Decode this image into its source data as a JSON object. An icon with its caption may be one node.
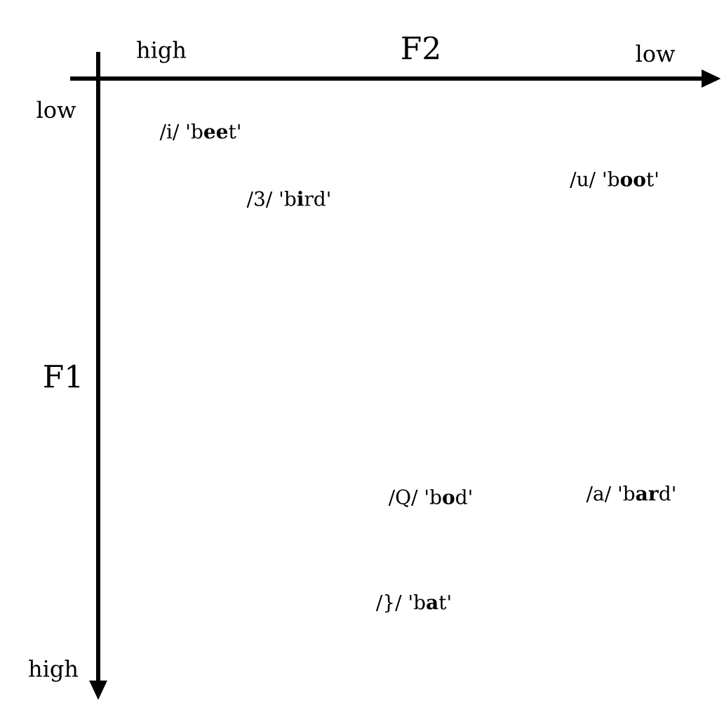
{
  "diagram": {
    "labels": [
      "high",
      "F2",
      "low",
      "low",
      "/i/ 'b**ee**t'",
      "/3/ 'b**i**rd'",
      "/u/ 'b**oo**t'",
      "F1",
      "/Q/ 'b**o**d'",
      "/a/ 'b**ar**d'",
      "/}/ 'b**a**t'",
      "high"
    ]
  }
}
